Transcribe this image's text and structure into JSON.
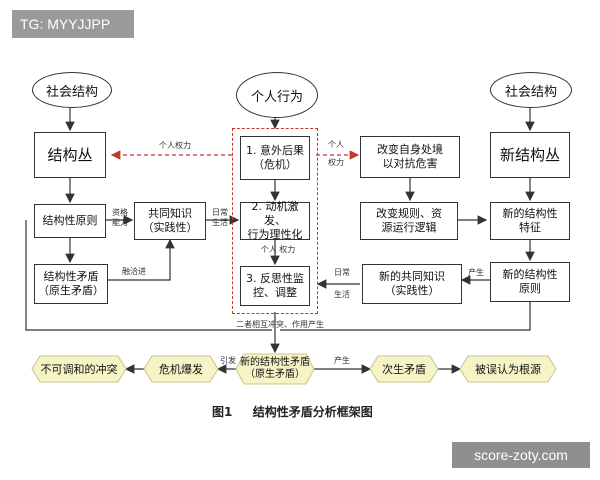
{
  "tag": "TG: MYYJJPP",
  "watermark": "score-zoty.com",
  "ellipses": {
    "left": "社会结构",
    "center": "个人行为",
    "right": "社会结构"
  },
  "left_col": {
    "cluster": "结构丛",
    "principle": "结构性原则",
    "contradiction_1": "结构性矛盾",
    "contradiction_2": "（原生矛盾）"
  },
  "common_knowledge": {
    "line1": "共同知识",
    "line2": "（实践性）"
  },
  "center_col": {
    "s1_line1": "1. 意外后果",
    "s1_line2": "（危机）",
    "s2_line1": "2. 动机激发、",
    "s2_line2": "行为理性化",
    "s3_line1": "3. 反思性监",
    "s3_line2": "控、调整"
  },
  "right_mid": {
    "change_1": "改变自身处境",
    "change_2": "以对抗危害",
    "rules_1": "改变规则、资",
    "rules_2": "源运行逻辑",
    "newknow_1": "新的共同知识",
    "newknow_2": "（实践性）"
  },
  "right_col": {
    "new_cluster": "新结构丛",
    "new_feature_1": "新的结构性",
    "new_feature_2": "特征",
    "new_principle_1": "新的结构性",
    "new_principle_2": "原则"
  },
  "labels": {
    "personal_power_left": "个人权力",
    "resource_power_1": "资格",
    "resource_power_2": "能力",
    "daily_life_1": "日常",
    "daily_life_2": "生活",
    "compatible": "融洽进",
    "personal_power_right_1": "个人",
    "personal_power_right_2": "权力",
    "personal_power_mid_1": "个人",
    "personal_power_mid_2": "权力",
    "daily_life_r1": "日常",
    "daily_life_r2": "生活",
    "produce_r": "产生",
    "interaction": "二者相互冲突、作用产生",
    "trigger": "引发",
    "produce_b": "产生"
  },
  "bottom_row": {
    "irreconcilable": "不可调和的冲突",
    "crisis": "危机爆发",
    "new_contra_1": "新的结构性矛盾",
    "new_contra_2": "（原生矛盾）",
    "secondary": "次生矛盾",
    "root": "被误认为根源"
  },
  "caption": {
    "figure": "图1",
    "title": "结构性矛盾分析框架图"
  },
  "colors": {
    "arrow_red": "#c0392b",
    "hex_fill": "#f6f4c6",
    "line": "#333333"
  }
}
